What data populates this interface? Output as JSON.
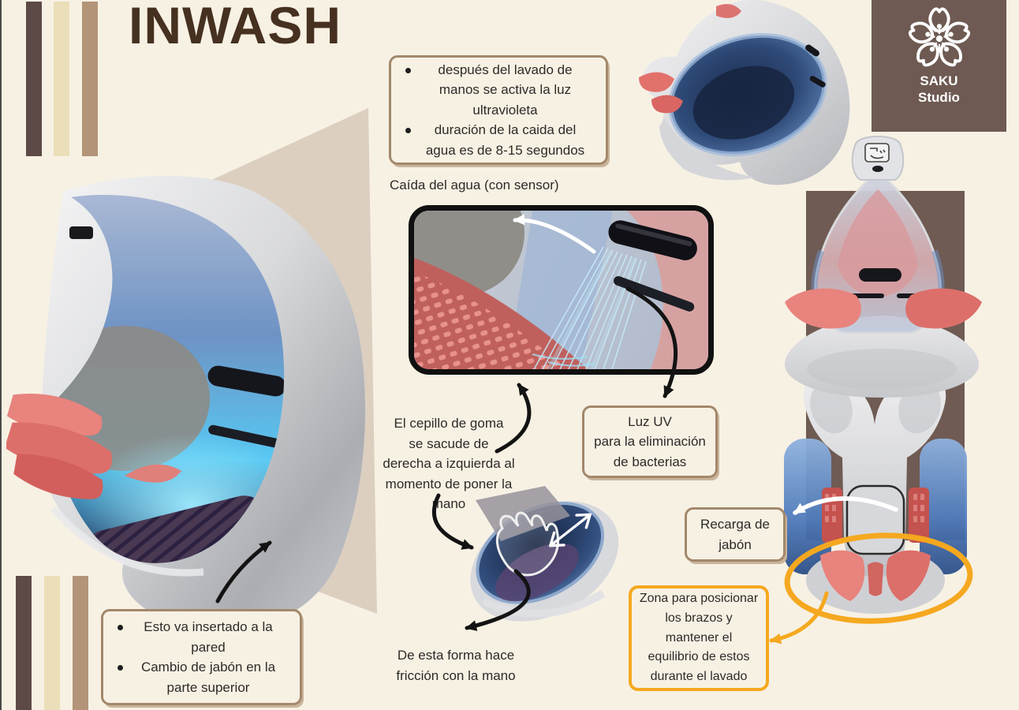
{
  "poster": {
    "title": "INWASH",
    "logo": {
      "line1": "SAKU",
      "line2": "Studio"
    },
    "notes": {
      "uv_timing": {
        "items": [
          "después del lavado de manos se activa la luz ultravioleta",
          "duración de la caida del agua es de 8-15 segundos"
        ]
      },
      "water_caption": "Caída del agua (con sensor)",
      "brush_motion": {
        "lines": [
          "El cepillo de goma",
          "se sacude de",
          "derecha a izquierda al",
          "momento de poner la",
          "mano"
        ]
      },
      "uv_light": {
        "lines": [
          "Luz UV",
          "para la eliminación",
          "de bacterias"
        ]
      },
      "soap_refill": {
        "lines": [
          "Recarga de",
          "jabón"
        ]
      },
      "arm_zone": {
        "lines": [
          "Zona para posicionar",
          "los brazos y",
          "mantener el",
          "equilibrio de estos",
          "durante el lavado"
        ]
      },
      "wall_mount": {
        "items": [
          "Esto va insertado a la pared",
          "Cambio de jabón en la parte superior"
        ]
      },
      "friction": {
        "lines": [
          "De esta forma hace",
          "fricción con la mano"
        ]
      }
    },
    "colors": {
      "background": "#F7F1E4",
      "title_brown": "#46301F",
      "stripe_dark": "#5D4A46",
      "stripe_cream": "#EBDFB9",
      "stripe_tan": "#B39478",
      "box_border_tan": "#A3886B",
      "logo_brown": "#6E5A52",
      "panel_brown": "#6F5B53",
      "accent_yellow": "#F5A81F",
      "product_red": "#E0716C",
      "product_blue": "#5B7FB4",
      "arrow_black": "#131313"
    }
  }
}
